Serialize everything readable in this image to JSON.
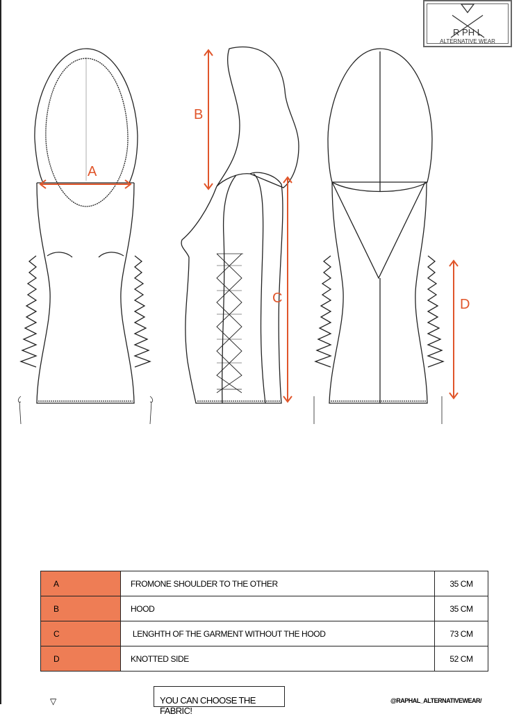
{
  "brand": {
    "logo_name": "RAPHAL",
    "logo_subtitle": "ALTERNATIVE WEAR"
  },
  "labels": {
    "a": "A",
    "b": "B",
    "c": "C",
    "d": "D"
  },
  "colors": {
    "accent": "#ee7d55",
    "arrow": "#e0552a",
    "line": "#222222"
  },
  "measurements": [
    {
      "key": "A",
      "description": "FROMONE SHOULDER TO THE OTHER",
      "value": "35 CM"
    },
    {
      "key": "B",
      "description": "HOOD",
      "value": "35 CM"
    },
    {
      "key": "C",
      "description": " LENGHTH OF THE GARMENT WITHOUT THE HOOD",
      "value": "73 CM"
    },
    {
      "key": "D",
      "description": "KNOTTED SIDE",
      "value": "52 CM"
    }
  ],
  "footer": {
    "fabric_note": "YOU CAN CHOOSE THE FABRIC!",
    "handle": "@RAPHAL_ALTERNATIVEWEAR/",
    "triangle": "▽"
  }
}
